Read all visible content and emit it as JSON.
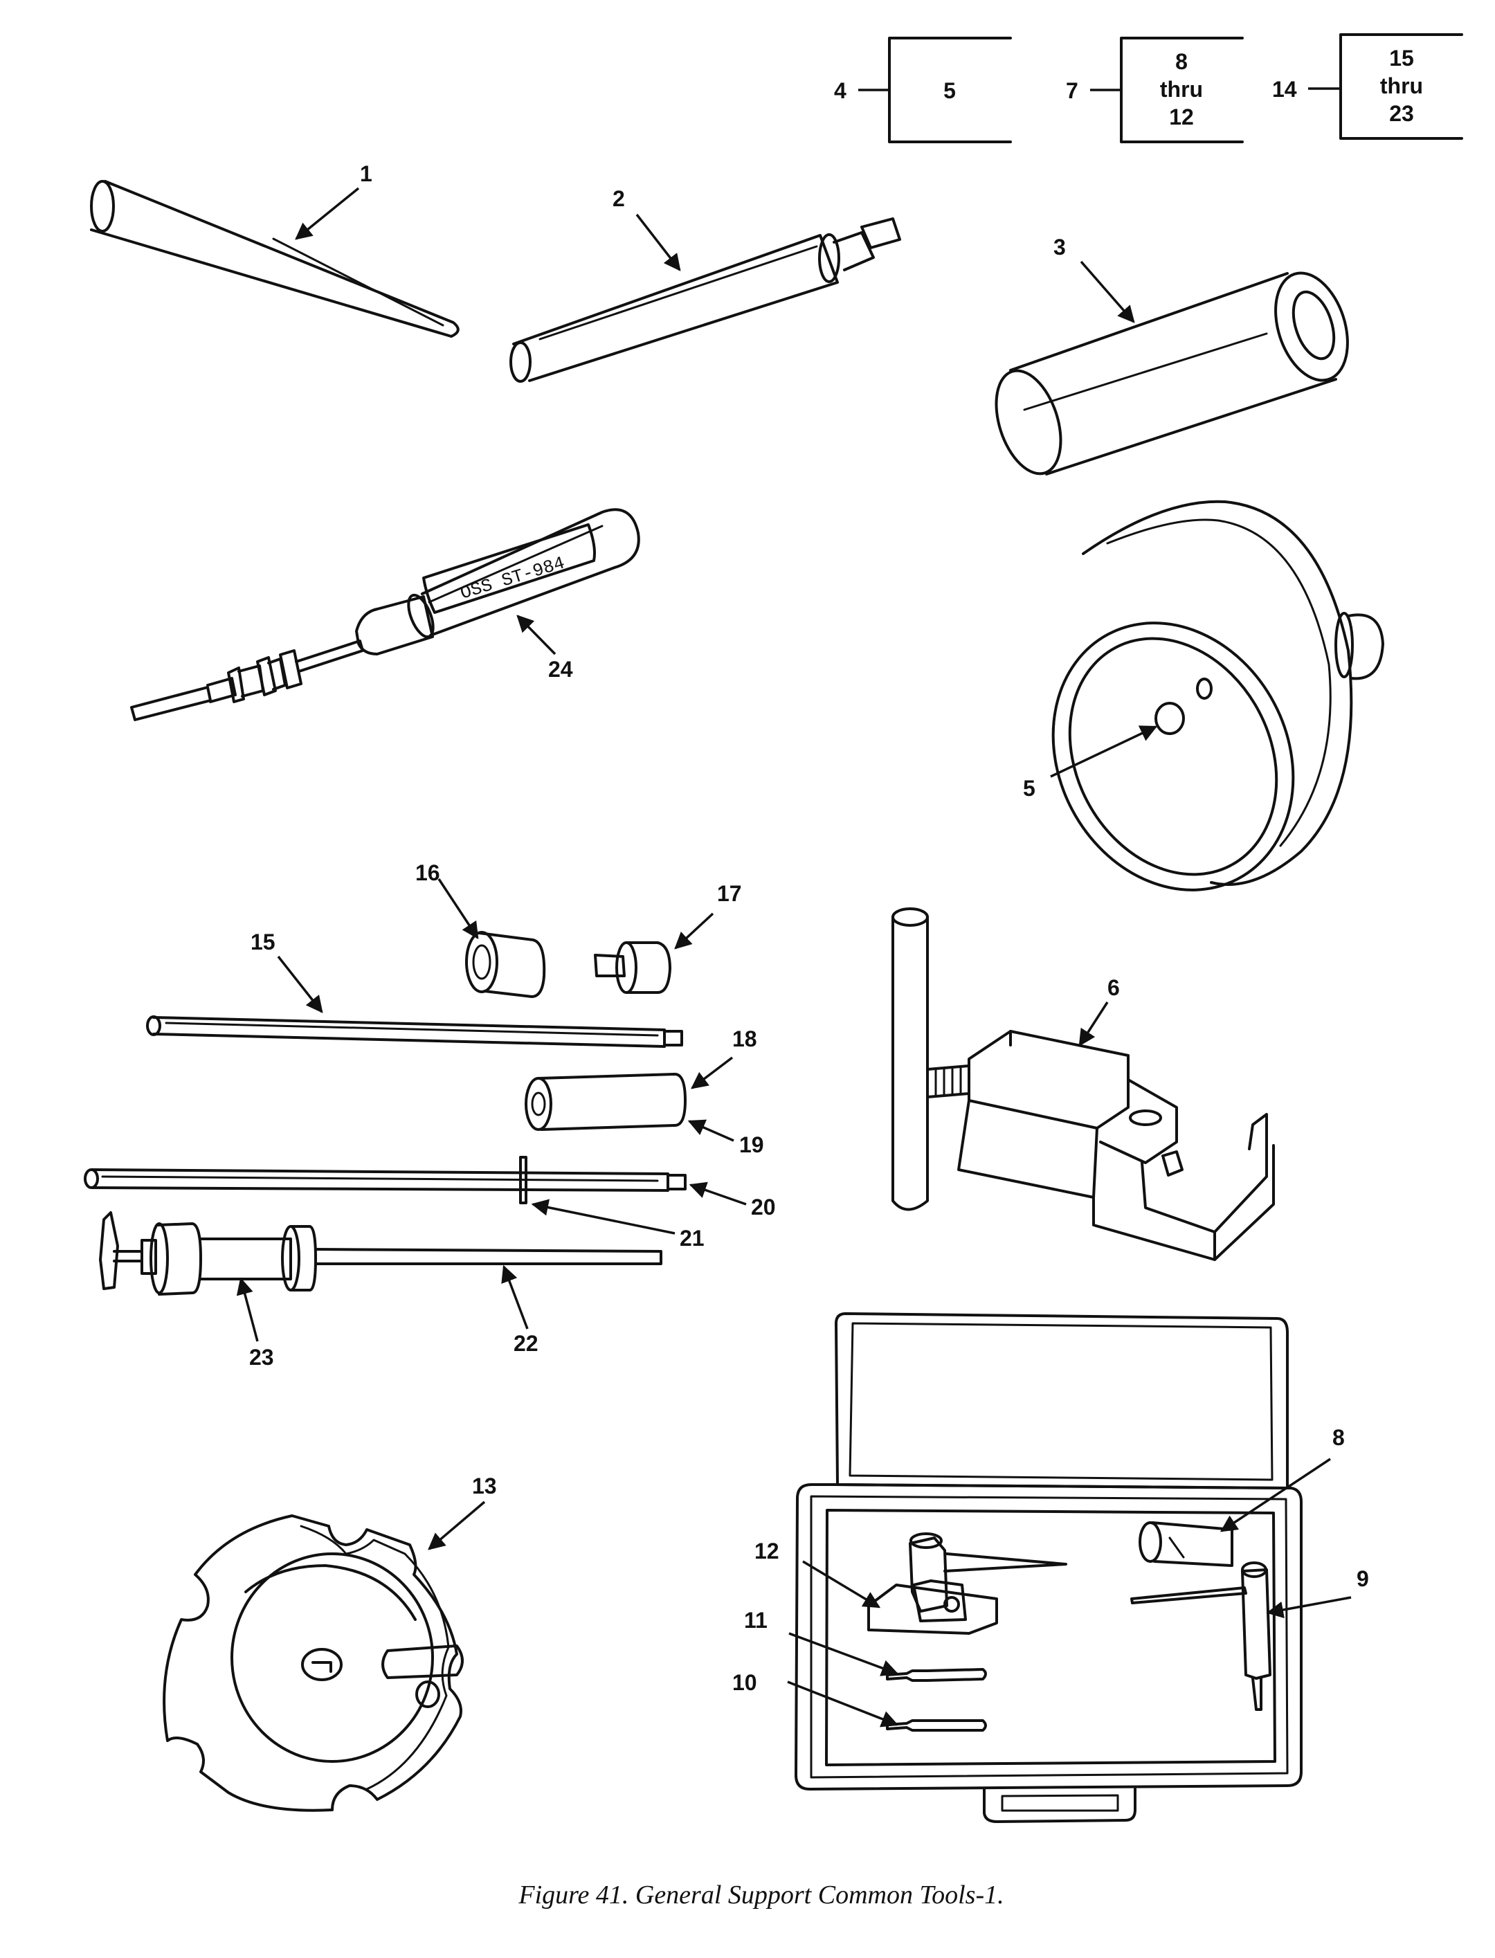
{
  "ref_boxes": [
    {
      "lead": "4",
      "lines": [
        "5"
      ]
    },
    {
      "lead": "7",
      "lines": [
        "8",
        "thru",
        "12"
      ]
    },
    {
      "lead": "14",
      "lines": [
        "15",
        "thru",
        "23"
      ]
    }
  ],
  "callouts": [
    "1",
    "2",
    "3",
    "5",
    "6",
    "8",
    "9",
    "10",
    "11",
    "12",
    "13",
    "15",
    "16",
    "17",
    "18",
    "19",
    "20",
    "21",
    "22",
    "23",
    "24"
  ],
  "etching": "OSS ST-984",
  "caption": "Figure 41. General Support Common Tools-1."
}
